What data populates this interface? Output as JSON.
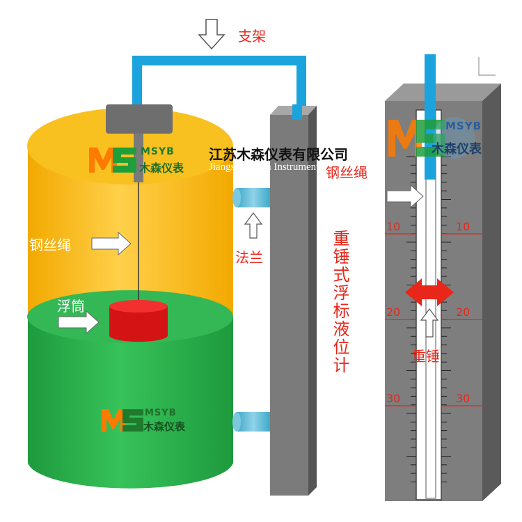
{
  "labels": {
    "bracket": "支架",
    "wire_rope_tank": "钢丝绳",
    "float": "浮筒",
    "flange": "法兰",
    "vertical_title": "重锤式浮标液位计",
    "wire_rope_gauge": "钢丝绳",
    "weight": "重锤"
  },
  "brand": {
    "logo_letters": "MS",
    "logo_text": "MSYB",
    "logo_cn": "木森仪表",
    "company_cn": "江苏木森仪表有限公司",
    "company_en": "Jiangsu Musen Instrument"
  },
  "scale": {
    "left_numbers": [
      "10",
      "20",
      "30"
    ],
    "right_numbers": [
      "10",
      "20",
      "30"
    ]
  },
  "colors": {
    "tank_top_liquid": "#f7b812",
    "tank_bottom_liquid": "#2fae4e",
    "pipe": "#1aa3dc",
    "float": "#e81d1d",
    "column": "#7b7b7b",
    "accent_red": "#e8261a"
  }
}
